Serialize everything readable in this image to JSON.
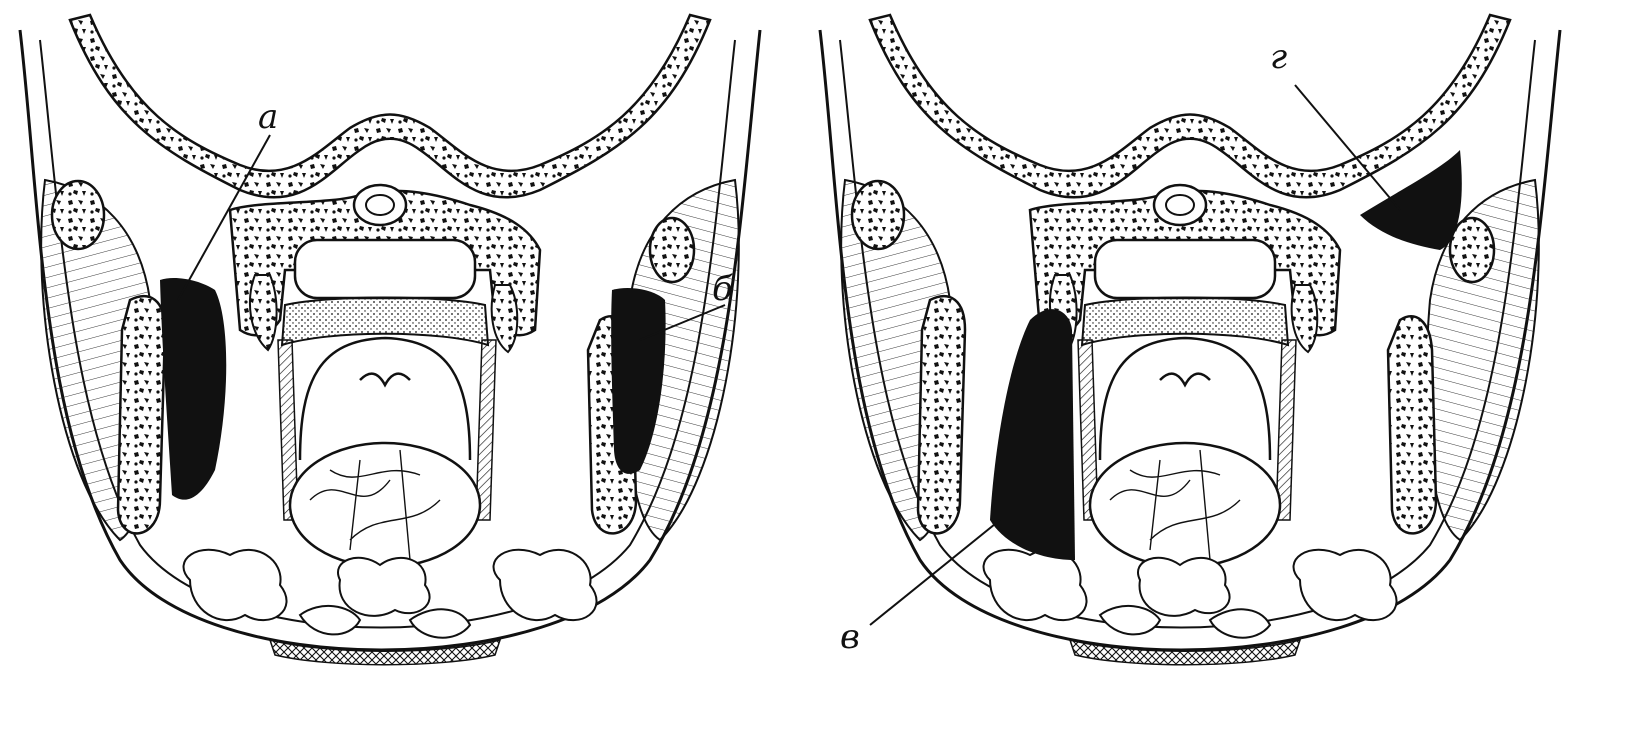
{
  "labels": {
    "a": "а",
    "b": "б",
    "v": "в",
    "g": "г"
  }
}
